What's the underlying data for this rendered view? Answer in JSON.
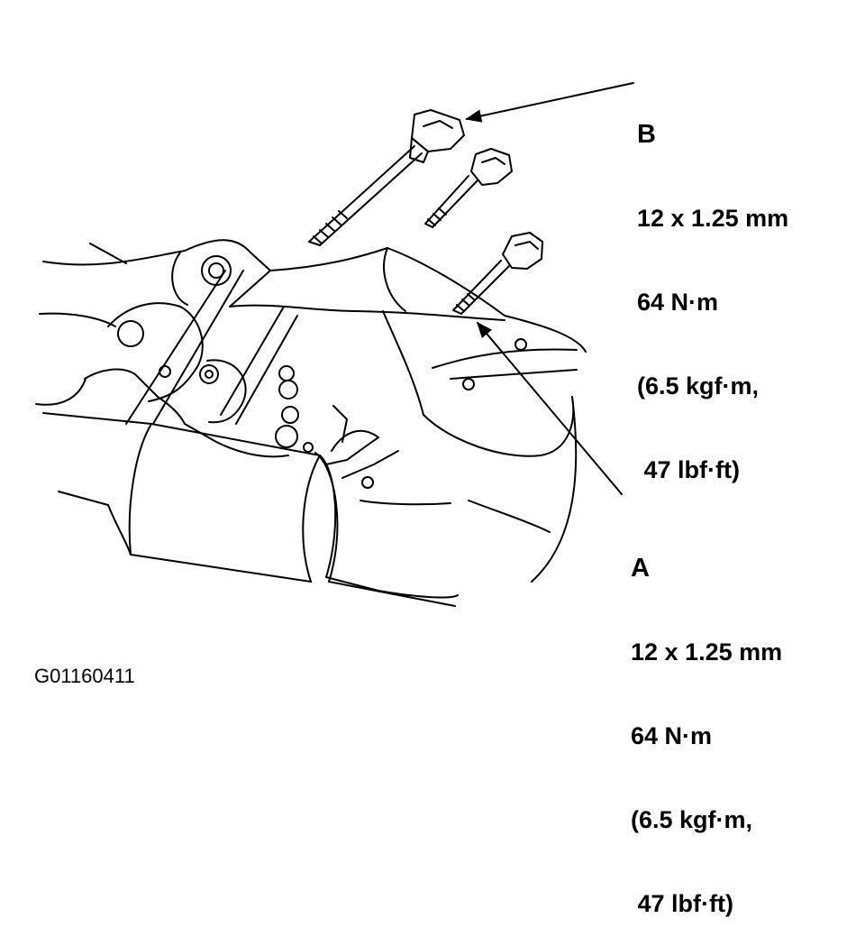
{
  "figure_id": "G01160411",
  "callouts": {
    "b": {
      "letter": "B",
      "size": "12 x 1.25 mm",
      "torque_nm": "64 N·m",
      "torque_kgf": "(6.5 kgf·m,",
      "torque_lbf": " 47 lbf·ft)"
    },
    "a": {
      "letter": "A",
      "size": "12 x 1.25 mm",
      "torque_nm": "64 N·m",
      "torque_kgf": "(6.5 kgf·m,",
      "torque_lbf": " 47 lbf·ft)"
    }
  },
  "colors": {
    "ink": "#000000",
    "paper": "#ffffff"
  }
}
